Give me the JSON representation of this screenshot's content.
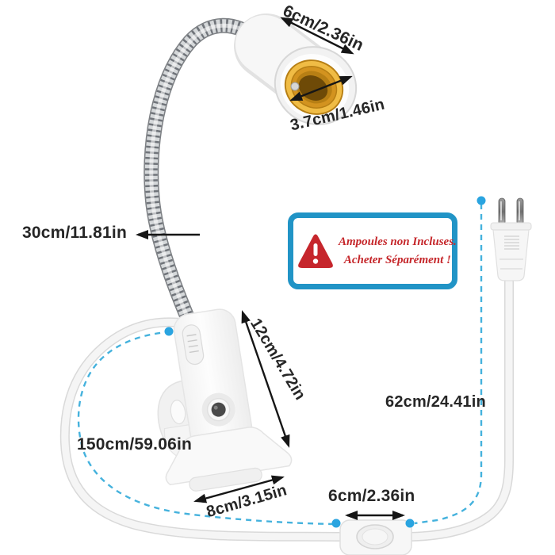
{
  "labels": {
    "socket_outer_diameter": "6cm/2.36in",
    "socket_inner_diameter": "3.7cm/1.46in",
    "gooseneck_length": "30cm/11.81in",
    "clamp_height": "12cm/4.72in",
    "cable_total_length": "150cm/59.06in",
    "cable_to_plug_length": "62cm/24.41in",
    "clamp_width": "8cm/3.15in",
    "switch_length": "6cm/2.36in"
  },
  "warning": {
    "line1": "Ampoules non Incluses.",
    "line2": "Acheter Séparément !",
    "icon": "warning-triangle-icon"
  },
  "colors": {
    "background": "#ffffff",
    "annotation_text": "#262626",
    "arrow": "#161616",
    "dashed_line": "#45b2dd",
    "dot": "#2aa4e0",
    "warning_border": "#2194c6",
    "warning_text": "#c5262a",
    "warning_triangle": "#c6262c",
    "gooseneck_metal": "#c9cdd0",
    "gooseneck_rib": "#70747a",
    "socket_gold": "#d99c22",
    "plastic_white": "#f7f7f7"
  }
}
